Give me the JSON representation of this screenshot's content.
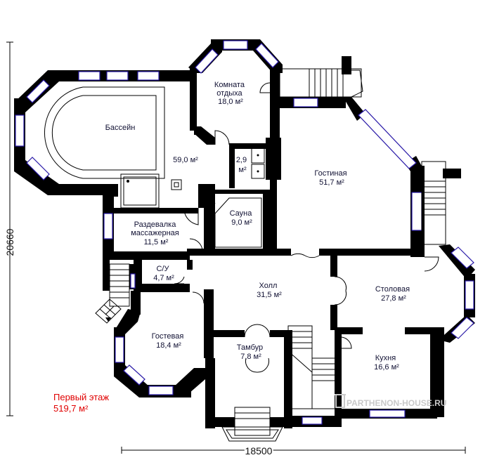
{
  "plan": {
    "rooms": [
      {
        "id": "komnata",
        "lines": [
          "Комната",
          "отдыха",
          "18,0 м²"
        ]
      },
      {
        "id": "basseyn",
        "lines": [
          "Бассейн"
        ]
      },
      {
        "id": "area59",
        "lines": [
          "59,0 м²"
        ]
      },
      {
        "id": "wc29",
        "lines": [
          "2,9",
          "м²"
        ]
      },
      {
        "id": "gostinaya",
        "lines": [
          "Гостиная",
          "51,7 м²"
        ]
      },
      {
        "id": "sauna",
        "lines": [
          "Сауна",
          "9,0 м²"
        ]
      },
      {
        "id": "razdevalka",
        "lines": [
          "Раздевалка",
          "массажерная",
          "11,5 м²"
        ]
      },
      {
        "id": "su",
        "lines": [
          "С/У",
          "4,7 м²"
        ]
      },
      {
        "id": "holl",
        "lines": [
          "Холл",
          "31,5 м²"
        ]
      },
      {
        "id": "stolovaya",
        "lines": [
          "Столовая",
          "27,8 м²"
        ]
      },
      {
        "id": "gostevaya",
        "lines": [
          "Гостевая",
          "18,4 м²"
        ]
      },
      {
        "id": "tambur",
        "lines": [
          "Тамбур",
          "7,8 м²"
        ]
      },
      {
        "id": "kuhnya",
        "lines": [
          "Кухня",
          "16,6 м²"
        ]
      }
    ],
    "dimensions": {
      "height": "20660",
      "width": "18500"
    },
    "floor": {
      "title": "Первый этаж",
      "area": "519,7 м²"
    },
    "watermark": "PARTHENON-HOUSE.RU"
  }
}
